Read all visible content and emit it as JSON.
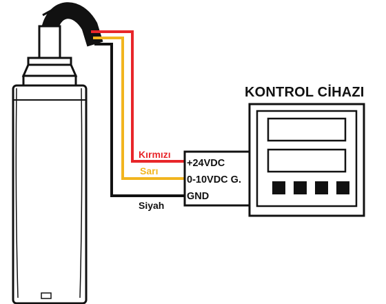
{
  "device": {
    "title": "KONTROL CİHAZI"
  },
  "wires": {
    "red": {
      "label": "Kırmızı",
      "color": "#e8262a"
    },
    "yellow": {
      "label": "Sarı",
      "color": "#f2b51f"
    },
    "black": {
      "label": "Siyah",
      "color": "#111111"
    }
  },
  "terminals": {
    "supply": "+24VDC",
    "signal": "0-10VDC G.",
    "ground": "GND"
  },
  "colors": {
    "outline": "#111111",
    "background": "#ffffff"
  }
}
